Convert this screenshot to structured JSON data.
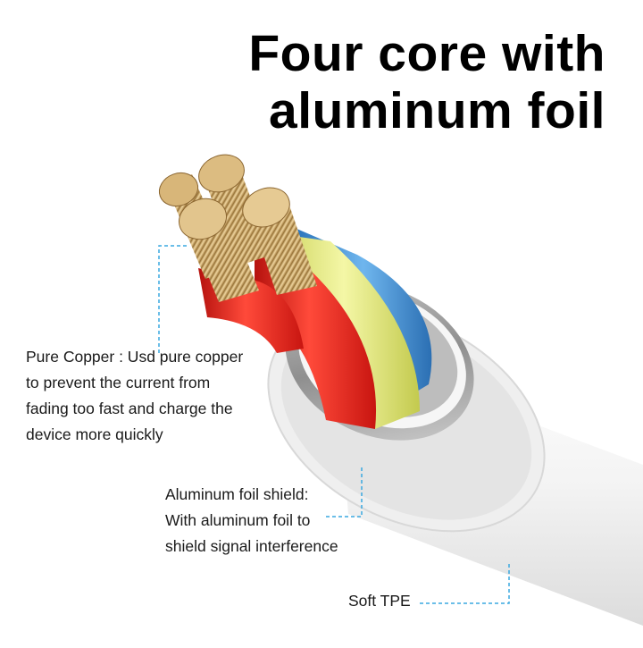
{
  "title": {
    "line1": "Four core with",
    "line2": "aluminum foil"
  },
  "callouts": {
    "copper": {
      "lines": [
        "Pure Copper : Usd pure copper",
        "to prevent the current from",
        "fading too fast and charge the",
        "device more quickly"
      ]
    },
    "foil": {
      "lines": [
        "Aluminum foil shield:",
        "With aluminum foil to",
        "shield signal interference"
      ]
    },
    "tpe": {
      "lines": [
        "Soft TPE"
      ]
    }
  },
  "colors": {
    "leader_line": "#3aa8e0",
    "wire_red": "#e0211c",
    "wire_yellow": "#e6ec7a",
    "wire_blue": "#3a8fd6",
    "copper": "#c8a266",
    "jacket": "#f2f2f2"
  }
}
